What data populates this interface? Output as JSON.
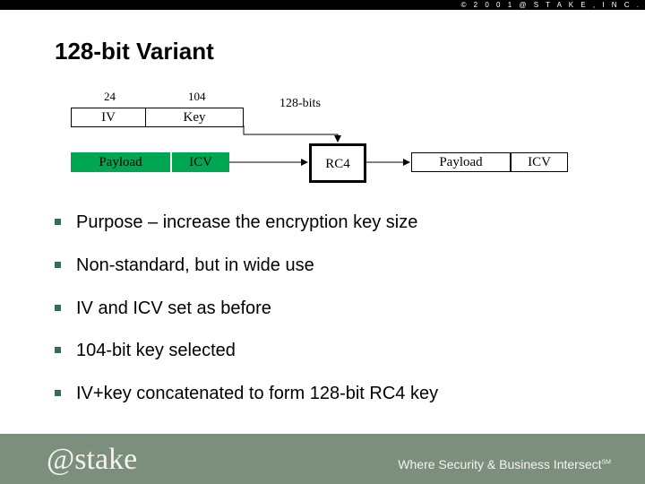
{
  "header": {
    "copyright": "© 2 0 0 1  @ S T A K E ,  I N C ."
  },
  "slide": {
    "title": "128-bit Variant"
  },
  "diagram": {
    "size_iv": "24",
    "size_key": "104",
    "label_128": "128-bits",
    "iv": "IV",
    "key": "Key",
    "payload_in": "Payload",
    "icv_in": "ICV",
    "rc4": "RC4",
    "payload_out": "Payload",
    "icv_out": "ICV"
  },
  "bullets": [
    "Purpose – increase the encryption key size",
    "Non-standard, but in wide use",
    "IV and ICV set as before",
    "104-bit key selected",
    "IV+key concatenated to form 128-bit RC4 key"
  ],
  "footer": {
    "logo": "@stake",
    "tagline": "Where Security & Business Intersect",
    "tagline_mark": "SM"
  },
  "colors": {
    "top_bar": "#000000",
    "green": "#00a651",
    "footer_bg": "#7c8f7c",
    "bullet": "#2e6e5a"
  }
}
